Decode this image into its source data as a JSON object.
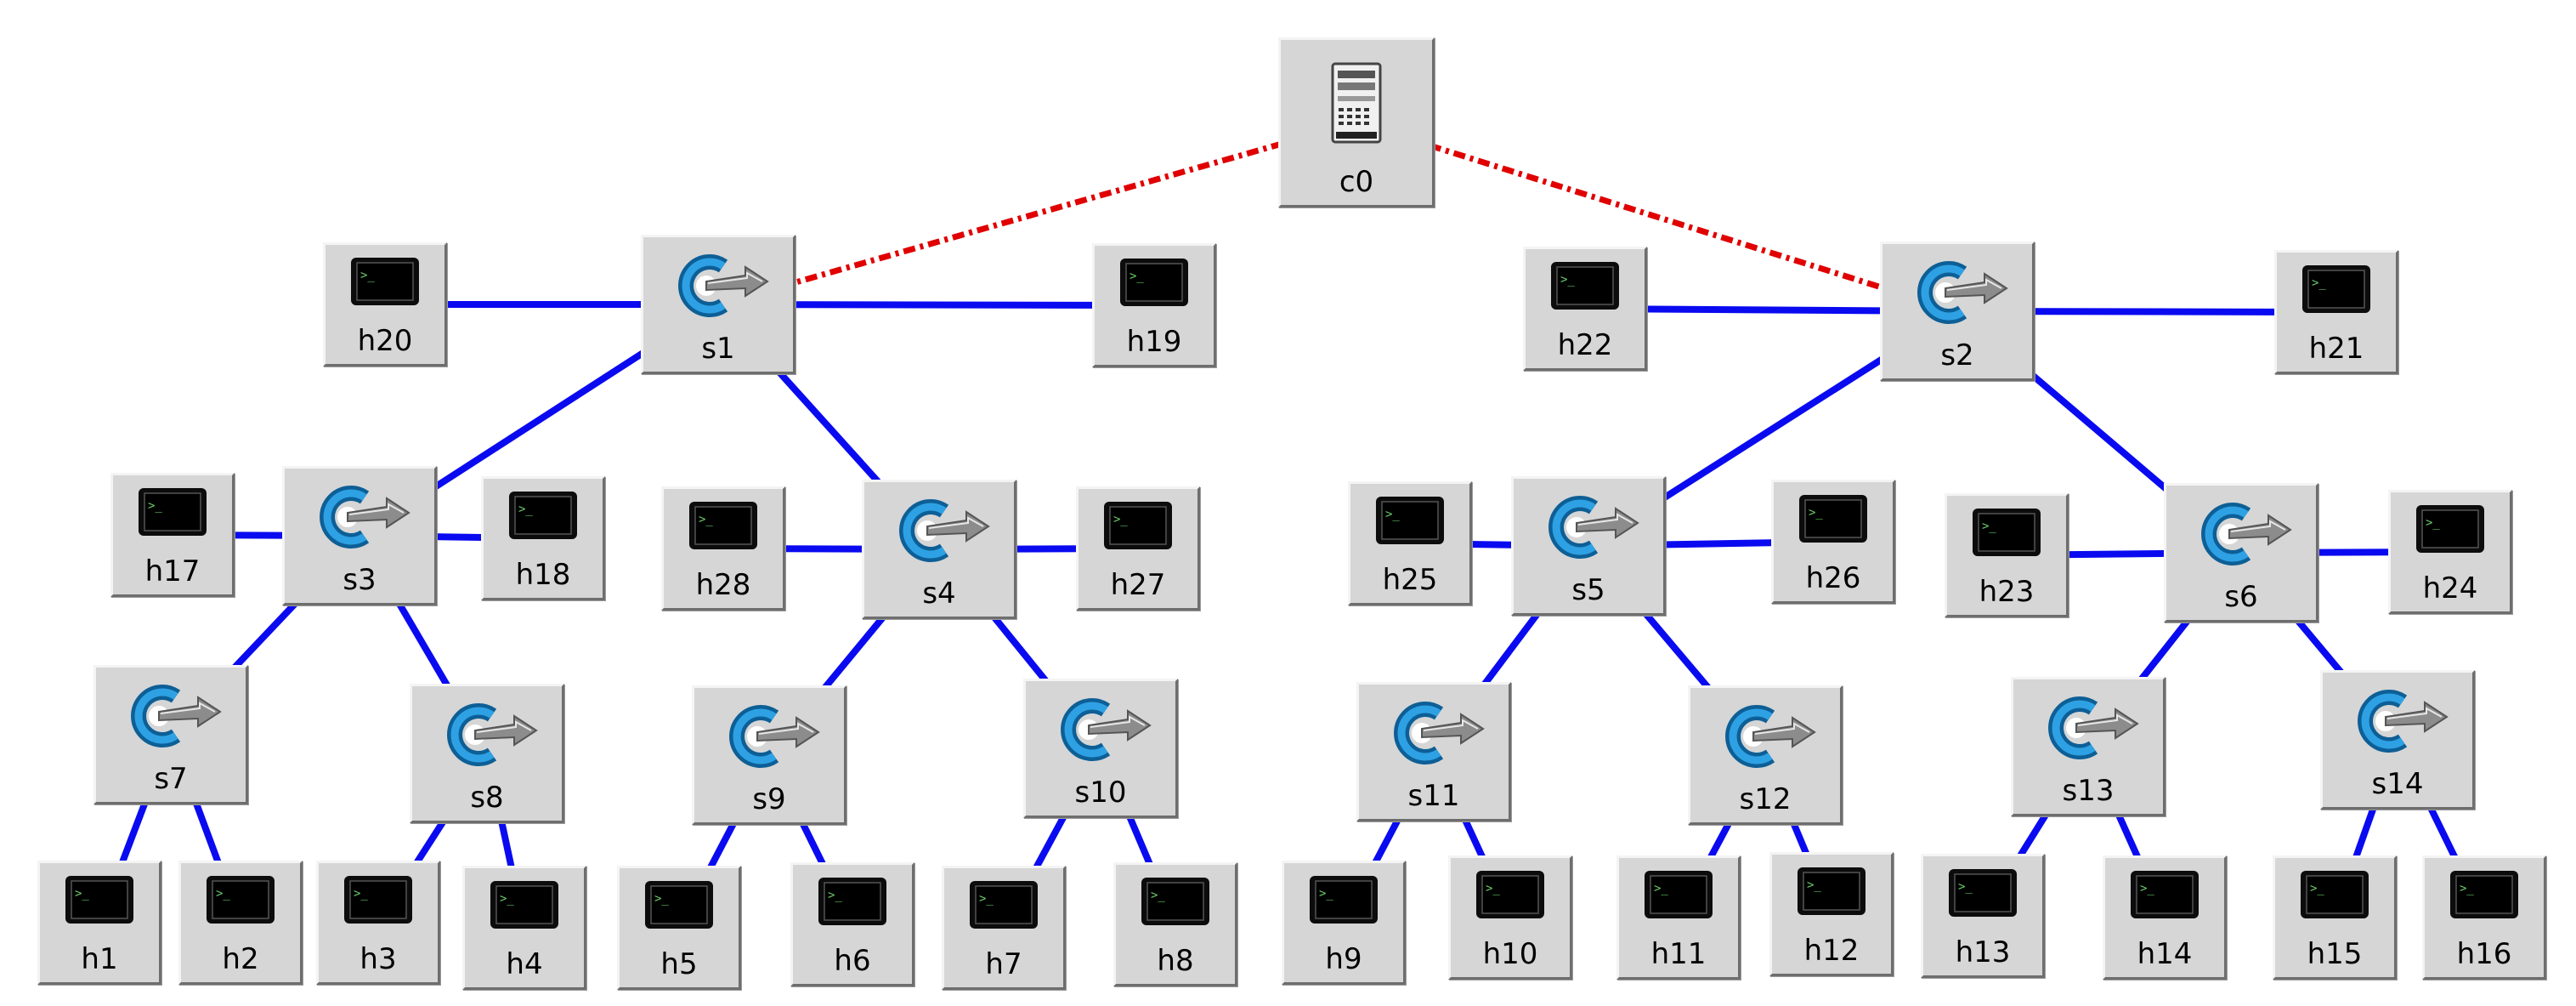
{
  "nodes": {
    "c0": "c0",
    "s1": "s1",
    "s2": "s2",
    "s3": "s3",
    "s4": "s4",
    "s5": "s5",
    "s6": "s6",
    "s7": "s7",
    "s8": "s8",
    "s9": "s9",
    "s10": "s10",
    "s11": "s11",
    "s12": "s12",
    "s13": "s13",
    "s14": "s14",
    "h1": "h1",
    "h2": "h2",
    "h3": "h3",
    "h4": "h4",
    "h5": "h5",
    "h6": "h6",
    "h7": "h7",
    "h8": "h8",
    "h9": "h9",
    "h10": "h10",
    "h11": "h11",
    "h12": "h12",
    "h13": "h13",
    "h14": "h14",
    "h15": "h15",
    "h16": "h16",
    "h17": "h17",
    "h18": "h18",
    "h19": "h19",
    "h20": "h20",
    "h21": "h21",
    "h22": "h22",
    "h23": "h23",
    "h24": "h24",
    "h25": "h25",
    "h26": "h26",
    "h27": "h27",
    "h28": "h28"
  },
  "control_links": [
    [
      "c0",
      "s1"
    ],
    [
      "c0",
      "s2"
    ]
  ],
  "data_links": [
    [
      "s1",
      "h20"
    ],
    [
      "s1",
      "h19"
    ],
    [
      "s1",
      "s3"
    ],
    [
      "s1",
      "s4"
    ],
    [
      "s2",
      "h22"
    ],
    [
      "s2",
      "h21"
    ],
    [
      "s2",
      "s5"
    ],
    [
      "s2",
      "s6"
    ],
    [
      "s3",
      "h17"
    ],
    [
      "s3",
      "h18"
    ],
    [
      "s3",
      "s7"
    ],
    [
      "s3",
      "s8"
    ],
    [
      "s4",
      "h28"
    ],
    [
      "s4",
      "h27"
    ],
    [
      "s4",
      "s9"
    ],
    [
      "s4",
      "s10"
    ],
    [
      "s5",
      "h25"
    ],
    [
      "s5",
      "h26"
    ],
    [
      "s5",
      "s11"
    ],
    [
      "s5",
      "s12"
    ],
    [
      "s6",
      "h23"
    ],
    [
      "s6",
      "h24"
    ],
    [
      "s6",
      "s13"
    ],
    [
      "s6",
      "s14"
    ],
    [
      "s7",
      "h1"
    ],
    [
      "s7",
      "h2"
    ],
    [
      "s8",
      "h3"
    ],
    [
      "s8",
      "h4"
    ],
    [
      "s9",
      "h5"
    ],
    [
      "s9",
      "h6"
    ],
    [
      "s10",
      "h7"
    ],
    [
      "s10",
      "h8"
    ],
    [
      "s11",
      "h9"
    ],
    [
      "s11",
      "h10"
    ],
    [
      "s12",
      "h11"
    ],
    [
      "s12",
      "h12"
    ],
    [
      "s13",
      "h13"
    ],
    [
      "s13",
      "h14"
    ],
    [
      "s14",
      "h15"
    ],
    [
      "s14",
      "h16"
    ]
  ],
  "colors": {
    "data_link": "#0a0af0",
    "control_link": "#e00000",
    "node_face": "#d6d6d6"
  },
  "icons": {
    "host": "terminal-icon",
    "switch": "openflow-switch-icon",
    "controller": "server-icon"
  }
}
